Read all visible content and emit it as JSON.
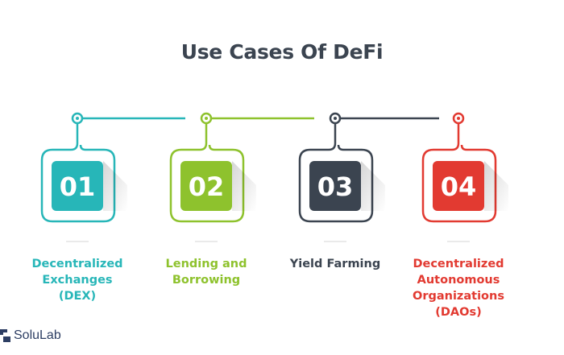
{
  "title": "Use Cases Of DeFi",
  "brand": "SoluLab",
  "colors": {
    "teal": "#27b6b8",
    "green": "#8ec22d",
    "dark": "#3b4450",
    "red": "#e23a31",
    "brand": "#2d3e63"
  },
  "steps": [
    {
      "number": "01",
      "lines": [
        "Decentralized",
        "Exchanges",
        "(DEX)"
      ]
    },
    {
      "number": "02",
      "lines": [
        "Lending and",
        "Borrowing"
      ]
    },
    {
      "number": "03",
      "lines": [
        "Yield Farming"
      ]
    },
    {
      "number": "04",
      "lines": [
        "Decentralized",
        "Autonomous",
        "Organizations",
        "(DAOs)"
      ]
    }
  ]
}
